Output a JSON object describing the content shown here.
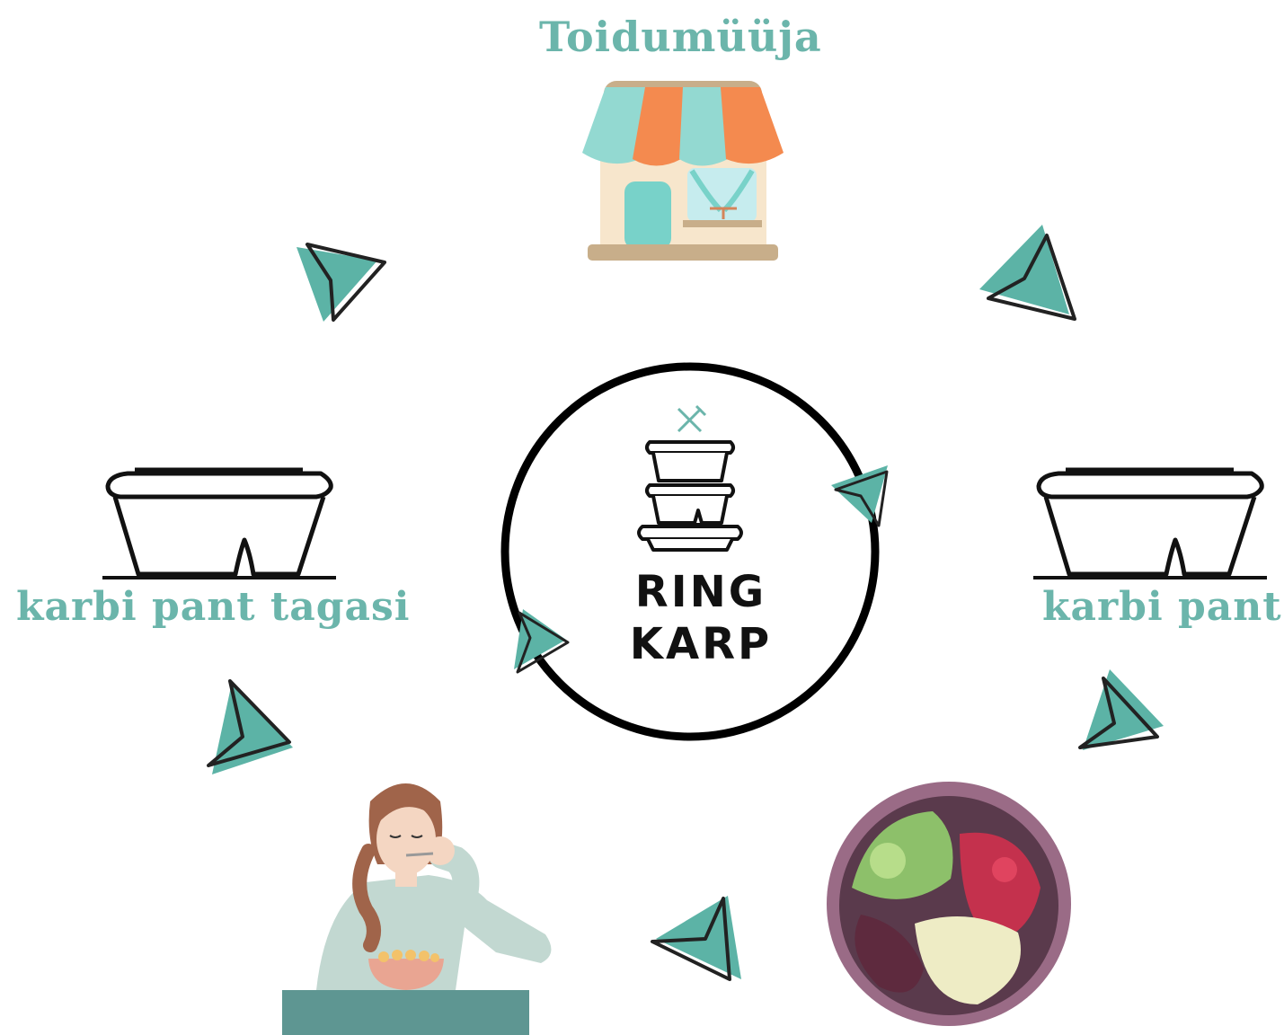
{
  "diagram": {
    "top_label": "Toidumüüja",
    "right_label": "karbi pant",
    "left_label": "karbi pant tagasi",
    "logo": {
      "line1": "RING",
      "line2": "KARP"
    }
  },
  "icons": {
    "top": "shop-icon",
    "left": "food-container-icon",
    "right": "food-container-icon",
    "bottom_left": "woman-eating-icon",
    "bottom_right": "salad-bowl-icon",
    "center": "stacked-containers-logo-icon"
  },
  "colors": {
    "accent": "#6bb5ab",
    "arrow_fill": "#5cb3a6",
    "outline": "#222222",
    "awning_teal": "#93d9d1",
    "awning_orange": "#f48a4f",
    "shop_wall": "#f7e6cc",
    "shop_roof": "#c8ae8a"
  }
}
